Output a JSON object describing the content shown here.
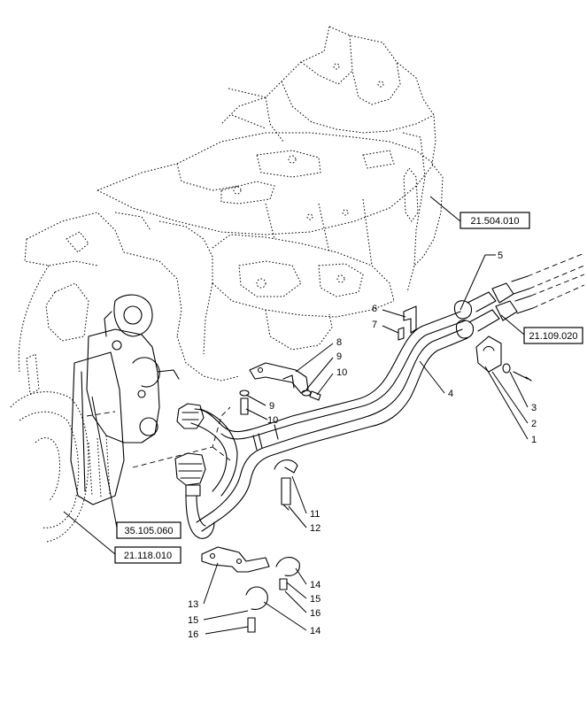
{
  "references": [
    "21.504.010",
    "21.109.020",
    "35.105.060",
    "21.118.010"
  ],
  "callouts": [
    "1",
    "2",
    "3",
    "4",
    "5",
    "6",
    "7",
    "8",
    "9",
    "10",
    "9",
    "10",
    "11",
    "12",
    "13",
    "14",
    "15",
    "16",
    "14",
    "15",
    "16"
  ]
}
